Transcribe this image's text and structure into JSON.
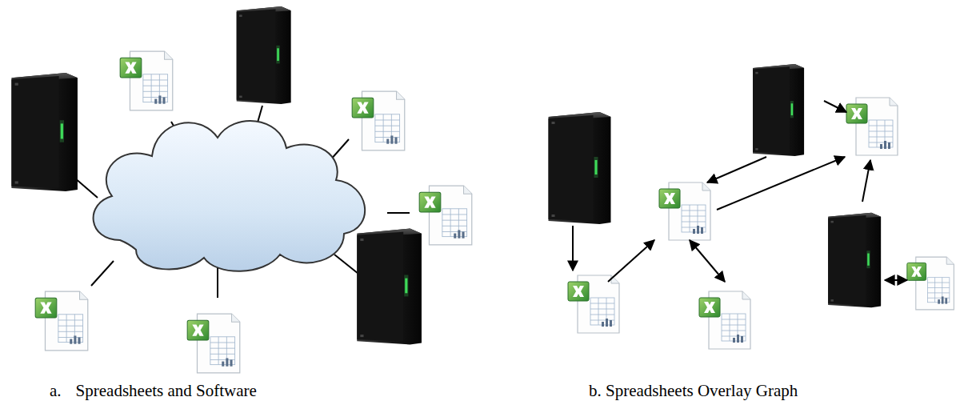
{
  "diagram": {
    "labels": [
      "a.",
      "Spreadsheets and Software",
      "b. Spreadsheets Overlay Graph"
    ]
  }
}
